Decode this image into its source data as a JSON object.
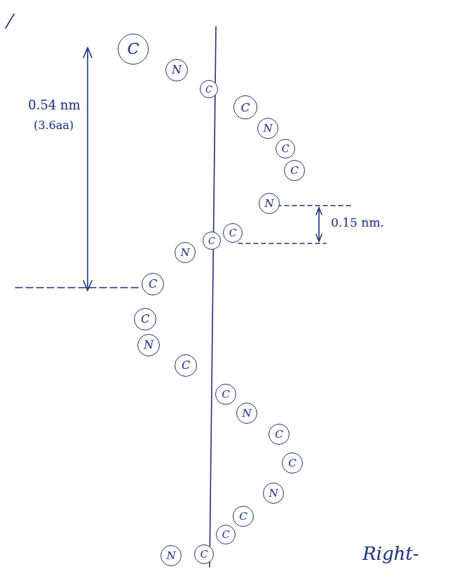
{
  "diagram": {
    "nodes": [
      {
        "text": [
          "C"
        ]
      },
      {
        "text": [
          "N"
        ]
      },
      {
        "text": [
          "C"
        ]
      },
      {
        "text": [
          "C"
        ]
      },
      {
        "text": [
          "N"
        ]
      },
      {
        "text": [
          "C"
        ]
      },
      {
        "text": [
          "C"
        ]
      },
      {
        "text": [
          "N"
        ]
      },
      {
        "text": [
          "C"
        ]
      },
      {
        "text": [
          "C"
        ]
      },
      {
        "text": [
          "N"
        ]
      },
      {
        "text": [
          "C"
        ]
      },
      {
        "text": [
          "C"
        ]
      },
      {
        "text": [
          "N"
        ]
      },
      {
        "text": [
          "C"
        ]
      },
      {
        "text": [
          "C"
        ]
      },
      {
        "text": [
          "N"
        ]
      },
      {
        "text": [
          "C"
        ]
      },
      {
        "text": [
          "C"
        ]
      },
      {
        "text": [
          "N"
        ]
      },
      {
        "text": [
          "C"
        ]
      },
      {
        "text": [
          "C"
        ]
      },
      {
        "text": [
          "C"
        ]
      },
      {
        "text": [
          "N"
        ]
      }
    ],
    "labels": [
      "0.54 nm",
      "(3.6aa)",
      "0.15 nm.",
      "Right-"
    ]
  }
}
